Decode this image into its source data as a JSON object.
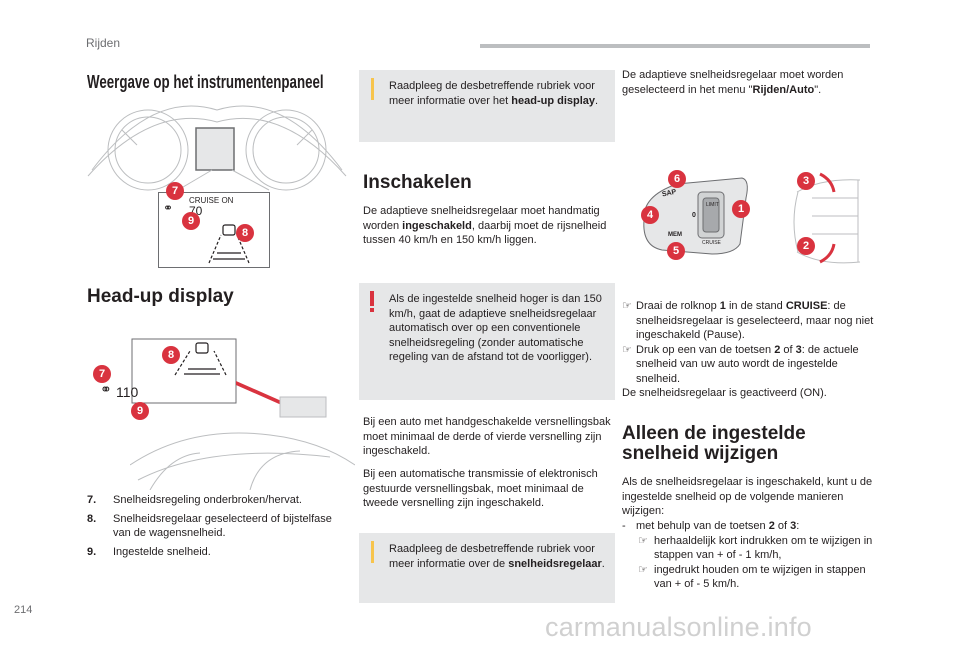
{
  "page": {
    "section": "Rijden",
    "number": "214",
    "watermark": "carmanualsonline.info"
  },
  "col1": {
    "title_instrument": "Weergave op het instrumentenpaneel",
    "cluster": {
      "cruise_label": "CRUISE ON",
      "speed": "70",
      "badges": [
        "7",
        "9",
        "8"
      ]
    },
    "title_hud": "Head-up display",
    "hud": {
      "speed": "110",
      "badges": [
        "8",
        "7",
        "9"
      ]
    },
    "legend": [
      {
        "num": "7.",
        "text": "Snelheidsregeling onderbroken/hervat."
      },
      {
        "num": "8.",
        "text": "Snelheidsregelaar geselecteerd of bijstelfase van de wagensnelheid."
      },
      {
        "num": "9.",
        "text": "Ingestelde snelheid."
      }
    ]
  },
  "col2": {
    "note1": {
      "text": "Raadpleeg de desbetreffende rubriek voor meer informatie over het ",
      "bold": "head-up display",
      "end": "."
    },
    "title": "Inschakelen",
    "p1": {
      "a": "De adaptieve snelheidsregelaar moet handmatig worden ",
      "bold": "ingeschakeld",
      "b": ", daarbij moet de rijsnelheid tussen 40 km/h en 150 km/h liggen."
    },
    "warning": "Als de ingestelde snelheid hoger is dan 150 km/h, gaat de adaptieve snelheidsregelaar automatisch over op een conventionele snelheidsregeling (zonder automatische regeling van de afstand tot de voorligger).",
    "p2": "Bij een auto met handgeschakelde versnellingsbak moet minimaal de derde of vierde versnelling zijn ingeschakeld.",
    "p3": "Bij een automatische transmissie of elektronisch gestuurde versnellingsbak, moet minimaal de tweede versnelling zijn ingeschakeld.",
    "note2": {
      "text": "Raadpleeg de desbetreffende rubriek voor meer informatie over de ",
      "bold": "snelheidsregelaar",
      "end": "."
    }
  },
  "col3": {
    "intro": {
      "a": "De adaptieve snelheidsregelaar moet worden geselecteerd in het menu \"",
      "bold": "Rijden/Auto",
      "b": "\"."
    },
    "stalk_badges": [
      "6",
      "4",
      "5",
      "1",
      "3",
      "2"
    ],
    "stalk_labels": {
      "sap": "SAP",
      "lim": "LIMIT",
      "cruise": "CRUISE",
      "mem": "MEM",
      "o": "0"
    },
    "bullets": [
      {
        "a": "Draai de rolknop ",
        "b1": "1",
        "c": " in de stand ",
        "b2": "CRUISE",
        "d": ": de snelheidsregelaar is geselecteerd, maar nog niet ingeschakeld (Pause)."
      },
      {
        "a": "Druk op een van de toetsen ",
        "b1": "2",
        "c": " of ",
        "b2": "3",
        "d": ": de actuele snelheid van uw auto wordt de ingestelde snelheid."
      }
    ],
    "activated": "De snelheidsregelaar is geactiveerd (ON).",
    "title2_line1": "Alleen de ingestelde",
    "title2_line2": "snelheid wijzigen",
    "p_change": "Als de snelheidsregelaar is ingeschakeld, kunt u de ingestelde snelheid op de volgende manieren wijzigen:",
    "dash": {
      "a": "met behulp van de toetsen ",
      "b1": "2",
      "c": " of ",
      "b2": "3",
      "d": ":"
    },
    "sub_bullets": [
      "herhaaldelijk kort indrukken om te wijzigen in stappen van + of - 1 km/h,",
      "ingedrukt houden om te wijzigen in stappen van + of - 5 km/h."
    ]
  }
}
